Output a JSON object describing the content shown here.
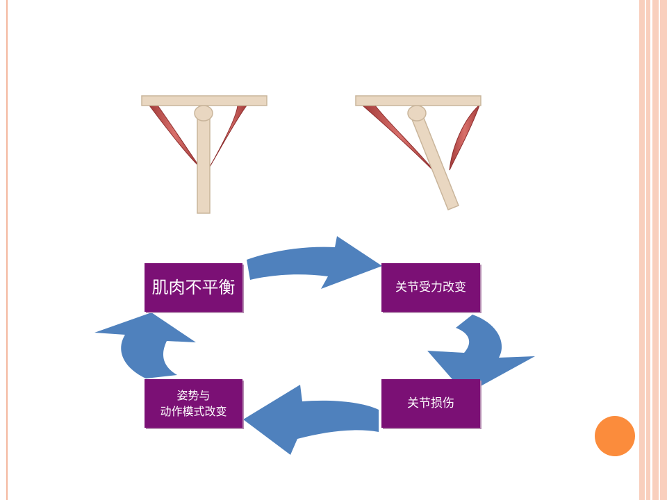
{
  "slide": {
    "boxes": {
      "muscle_imbalance": "肌肉不平衡",
      "joint_force_change": "关节受力改变",
      "joint_injury": "关节损伤",
      "posture_change": "姿势与\n动作模式改变"
    }
  },
  "colors": {
    "box": "#7b1075",
    "arrow": "#4f81bd",
    "muscle": "#c0504d",
    "bone": "#e9d7c1",
    "accent_dot": "#fb8c3c",
    "border": "#f9cfbd"
  }
}
